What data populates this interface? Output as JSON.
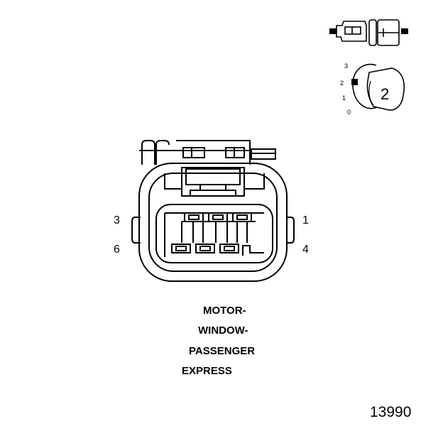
{
  "connector": {
    "pin_labels": {
      "top_left": "3",
      "bottom_left": "6",
      "top_right": "1",
      "bottom_right": "4"
    }
  },
  "position_indicator": {
    "levels": [
      "3",
      "2",
      "1",
      "0"
    ],
    "selected_position": "2"
  },
  "caption": {
    "lines": [
      "MOTOR-",
      "WINDOW-",
      "PASSENGER",
      "EXPRESS"
    ]
  },
  "figure_number": "13990"
}
